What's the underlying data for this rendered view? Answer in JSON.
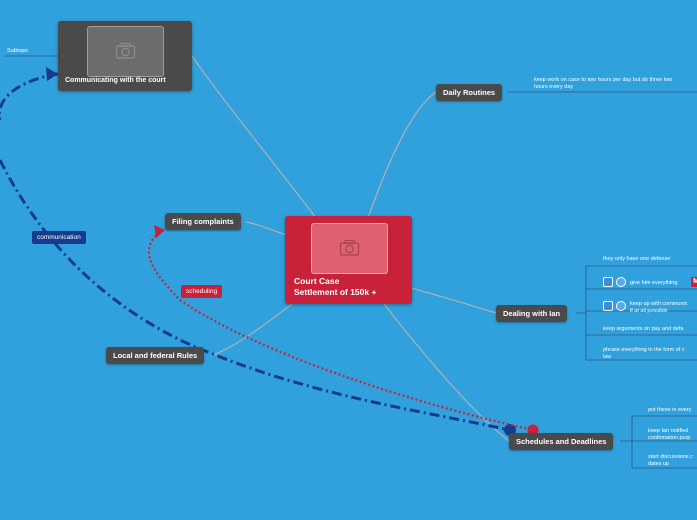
{
  "colors": {
    "background": "#30a1dc",
    "central": "#c8223a",
    "topic": "#4a4a4a",
    "branch_line": "#a6b0b6",
    "communication": "#173b8c",
    "scheduling": "#c8223a",
    "leaf_line": "#2a5a86"
  },
  "central_topic": {
    "title_line1": "Court Case",
    "title_line2": "Settlement of 150k +",
    "image_icon": "camera-icon"
  },
  "floating_label": {
    "subtopic": "Subtopic"
  },
  "topics": {
    "communicating": {
      "label": "Communicating with the court",
      "image_icon": "camera-icon"
    },
    "daily": {
      "label": "Daily Routines"
    },
    "filing": {
      "label": "Filing complaints"
    },
    "local": {
      "label": "Local and federal Rules"
    },
    "dealing": {
      "label": "Dealing with Ian"
    },
    "schedules": {
      "label": "Schedules and Deadlines"
    }
  },
  "leaves": {
    "daily": [
      {
        "line1": "keep work on case to two hours per day but do three two",
        "line2": "hours every day"
      }
    ],
    "dealing": [
      {
        "line1": "they only have one defense",
        "line2": ""
      },
      {
        "line1": "give him everything",
        "line2": "",
        "icons": [
          "bulb-icon",
          "smiley-icon"
        ],
        "tag": "M"
      },
      {
        "line1": "keep up with communic",
        "line2": "if at all possible",
        "icons": [
          "bulb-icon",
          "smiley-icon"
        ]
      },
      {
        "line1": "keep arguments on pay and defa",
        "line2": ""
      },
      {
        "line1": "phrase everything in the form of c",
        "line2": "law"
      }
    ],
    "schedules": [
      {
        "line1": "put these in every",
        "line2": ""
      },
      {
        "line1": "keep Ian notified",
        "line2": "confirmation purp"
      },
      {
        "line1": "start discussions c",
        "line2": "dates up"
      }
    ]
  },
  "relationships": {
    "communication": "communication",
    "scheduling": "scheduling"
  }
}
